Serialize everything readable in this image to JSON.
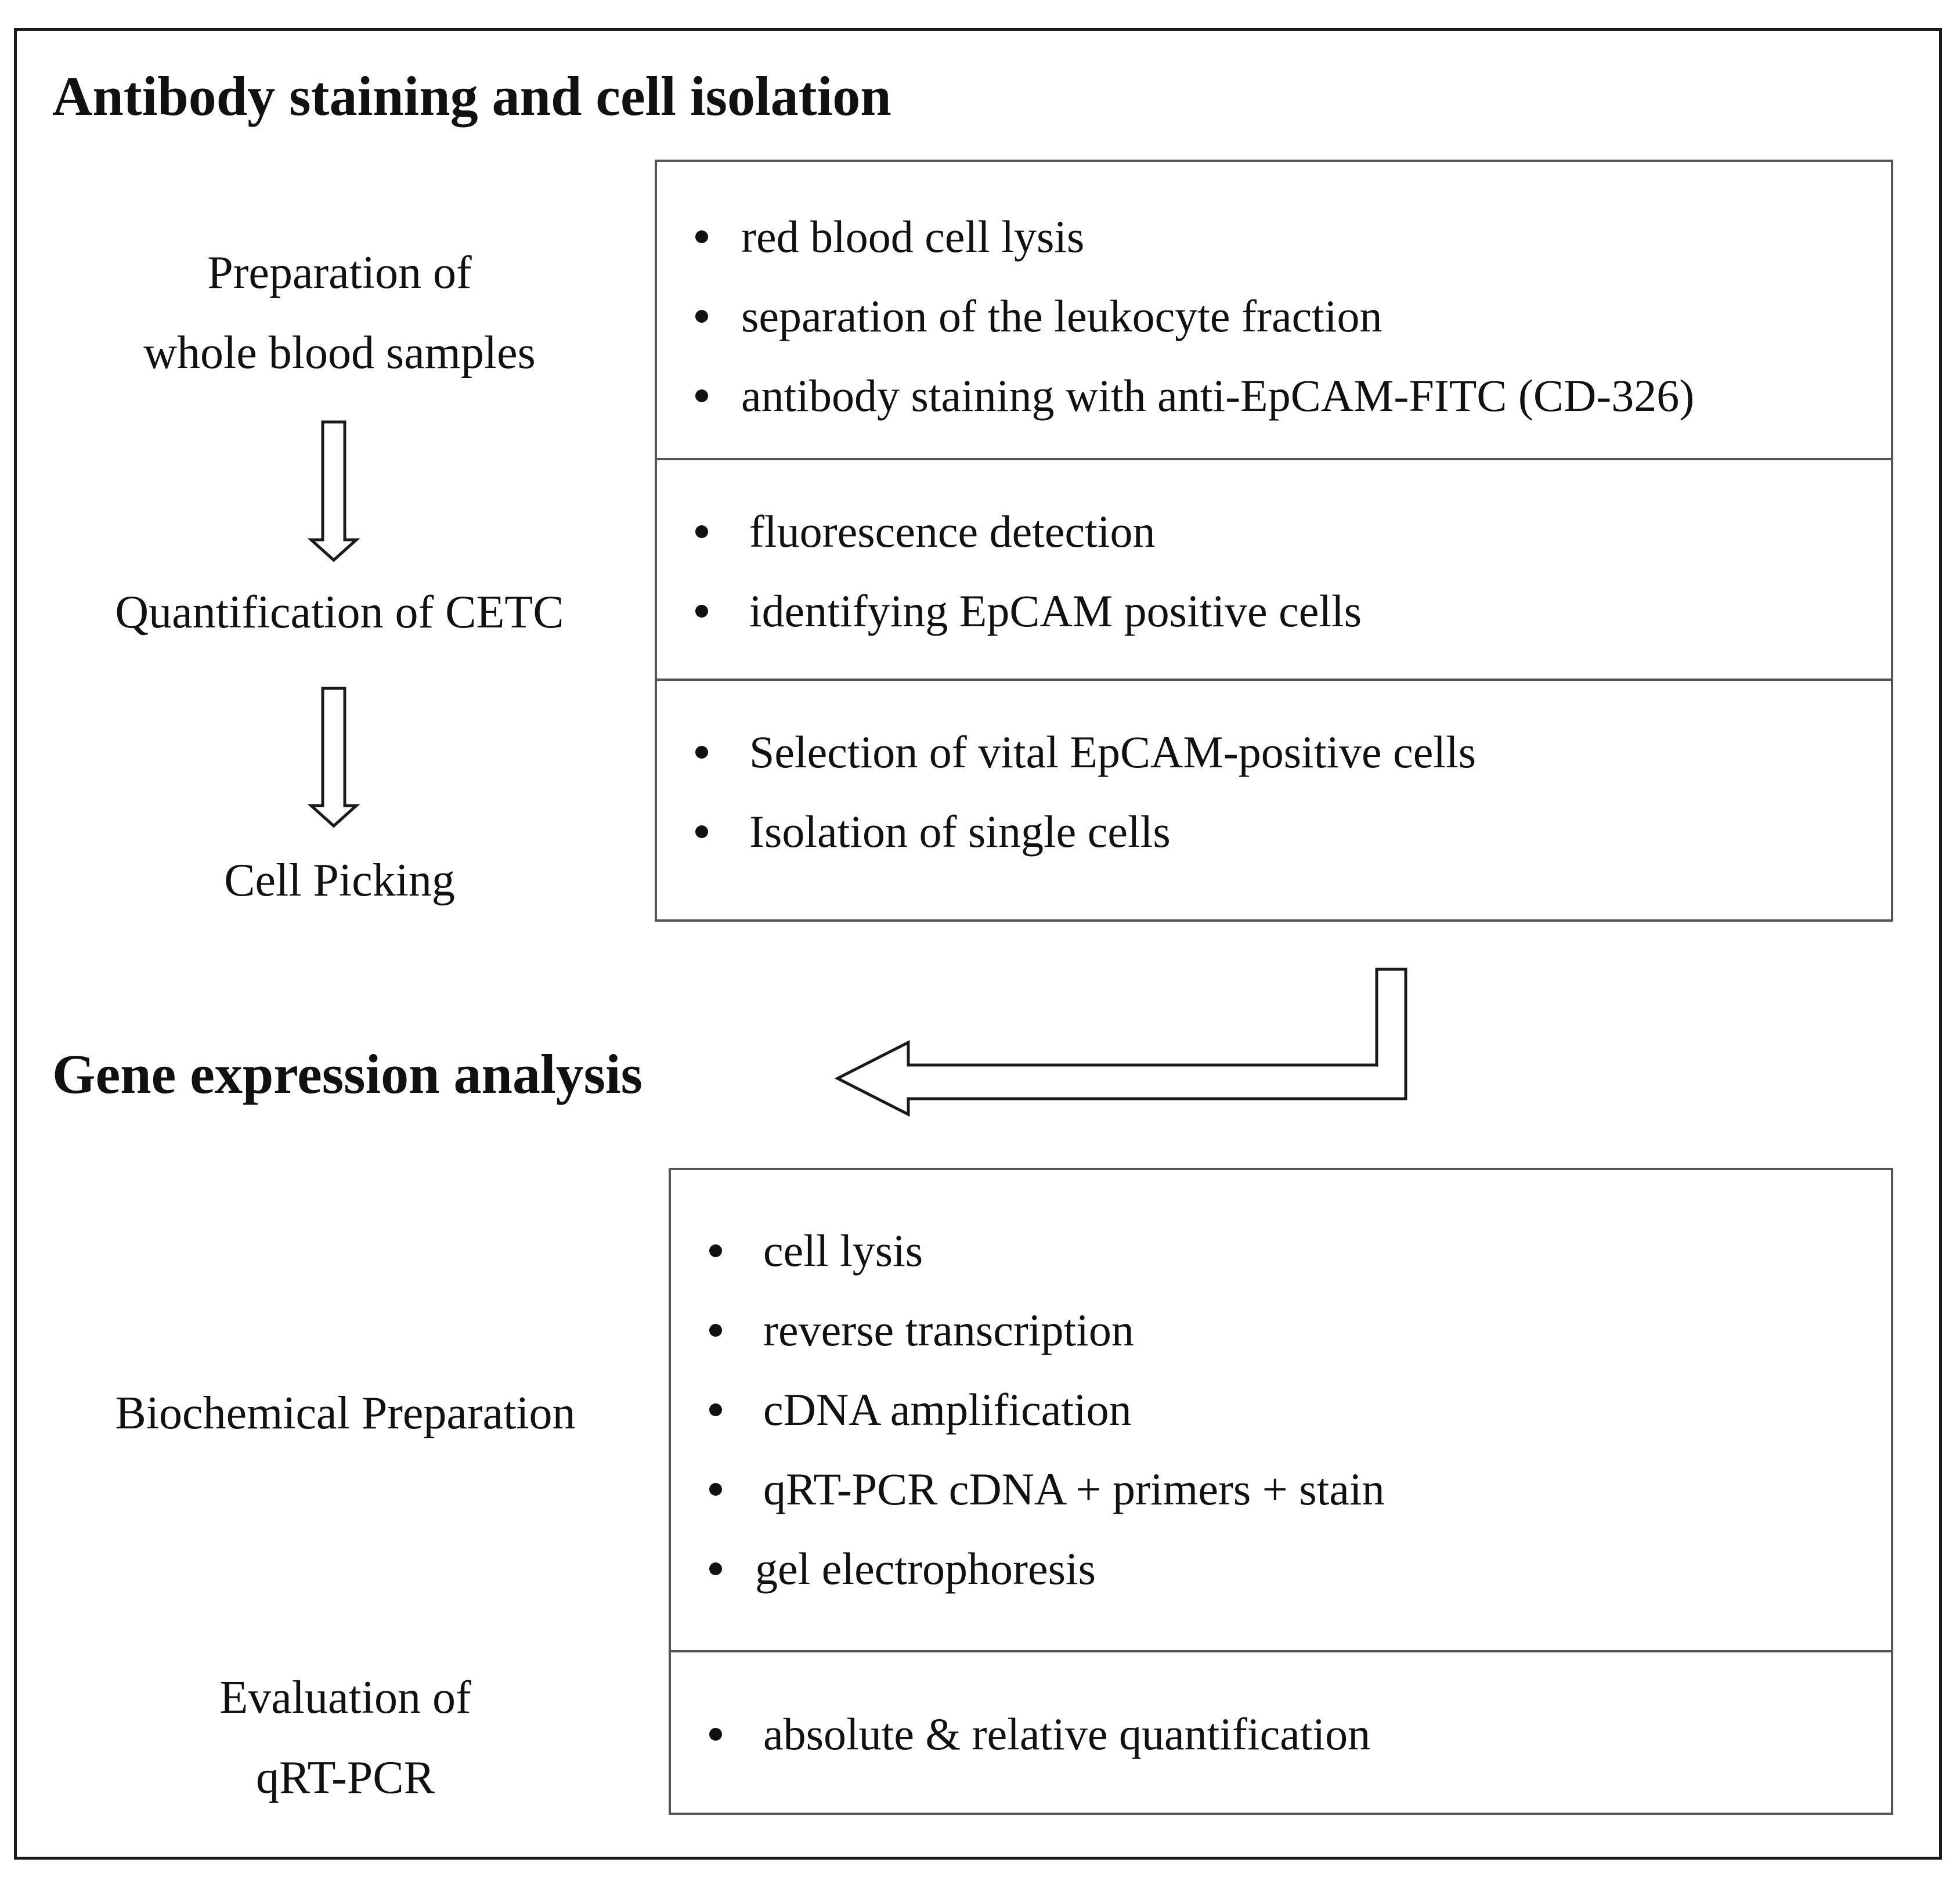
{
  "sections": {
    "isolation": {
      "title": "Antibody staining and cell isolation",
      "steps": [
        "Preparation of",
        "whole blood samples",
        "Quantification of CETC",
        "Cell Picking"
      ],
      "boxes": [
        [
          "red blood cell lysis",
          "separation of the leukocyte fraction",
          "antibody staining with anti-EpCAM-FITC (CD-326)"
        ],
        [
          "fluorescence detection",
          "identifying EpCAM positive cells"
        ],
        [
          "Selection of vital EpCAM-positive cells",
          "Isolation of single cells"
        ]
      ]
    },
    "expression": {
      "title": "Gene expression analysis",
      "steps": [
        "Biochemical Preparation",
        "Evaluation of",
        "qRT-PCR"
      ],
      "boxes": [
        [
          "cell lysis",
          "reverse transcription",
          "cDNA amplification",
          "qRT-PCR cDNA + primers + stain",
          "gel electrophoresis"
        ],
        [
          "absolute & relative quantification"
        ]
      ]
    }
  }
}
